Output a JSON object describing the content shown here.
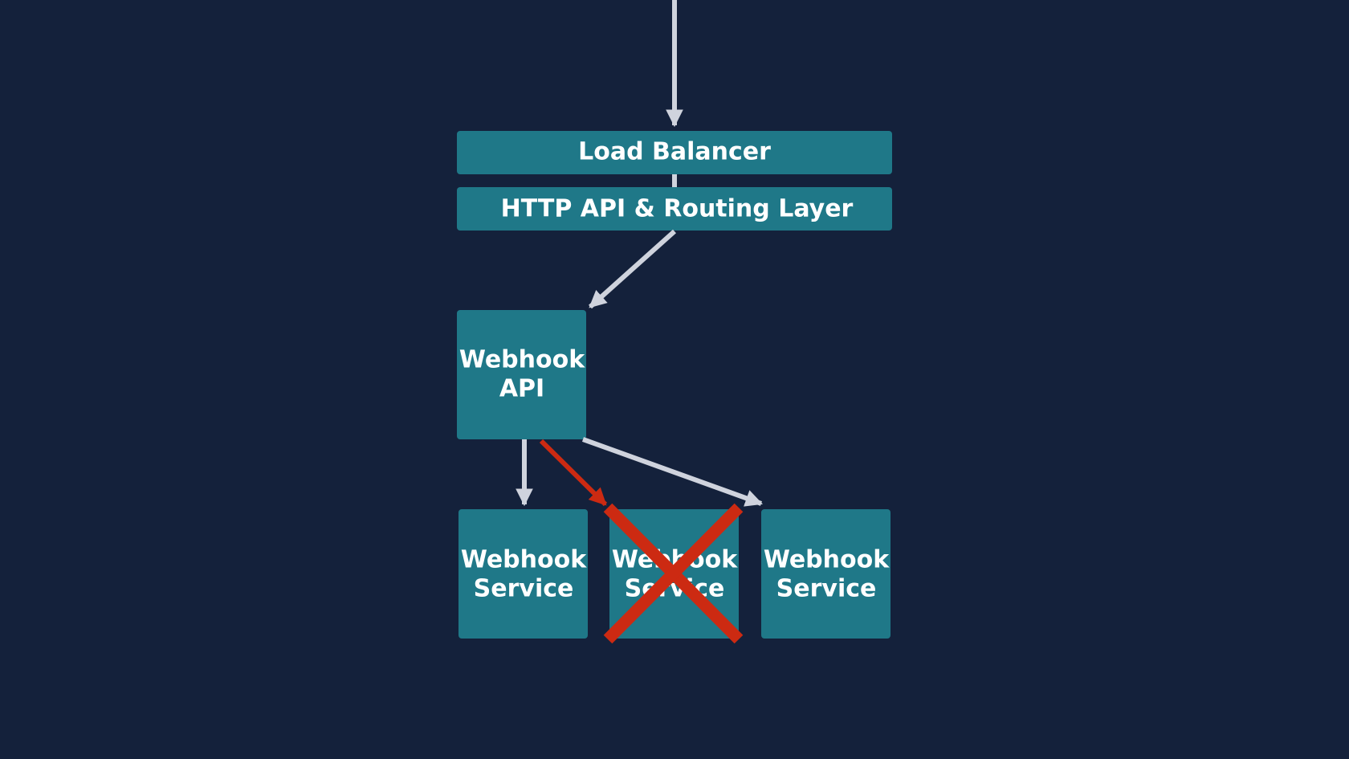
{
  "colors": {
    "background": "#14213b",
    "box_fill": "#1f7888",
    "arrow": "#cfd3dd",
    "failure": "#cc2a12",
    "text": "#ffffff"
  },
  "diagram": {
    "load_balancer": {
      "label": "Load Balancer"
    },
    "routing_layer": {
      "label": "HTTP API & Routing Layer"
    },
    "webhook_api": {
      "label_line1": "Webhook",
      "label_line2": "API"
    },
    "services": [
      {
        "label_line1": "Webhook",
        "label_line2": "Service",
        "status": "up"
      },
      {
        "label_line1": "Webhook",
        "label_line2": "Service",
        "status": "failed"
      },
      {
        "label_line1": "Webhook",
        "label_line2": "Service",
        "status": "up"
      }
    ]
  }
}
